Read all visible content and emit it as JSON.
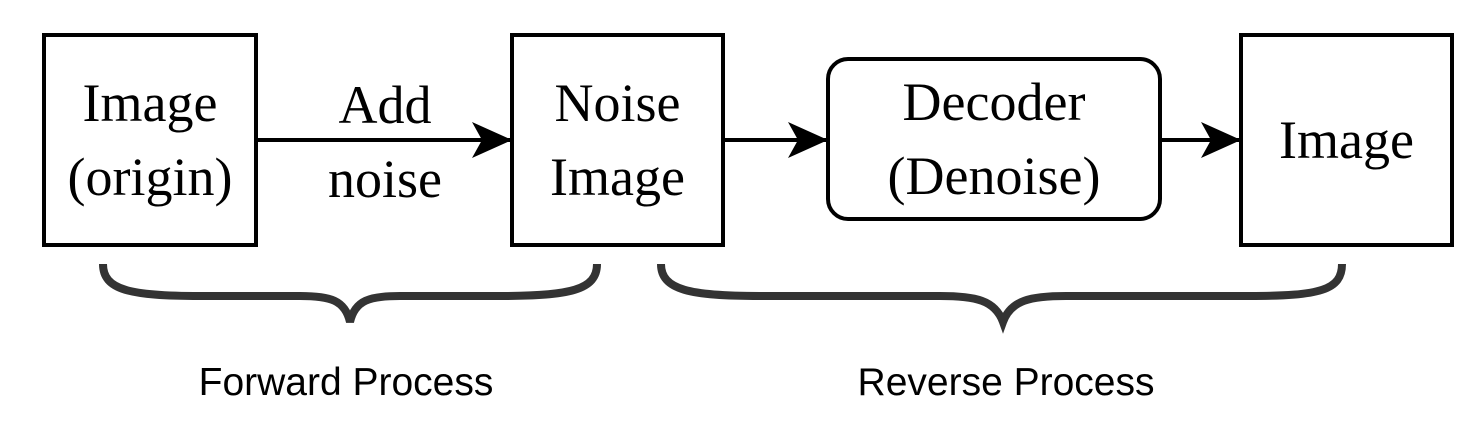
{
  "diagram": {
    "nodes": [
      {
        "id": "image-origin",
        "lines": [
          "Image",
          "(origin)"
        ],
        "shape": "rectangle"
      },
      {
        "id": "noise-image",
        "lines": [
          "Noise",
          "Image"
        ],
        "shape": "rectangle"
      },
      {
        "id": "decoder",
        "lines": [
          "Decoder",
          "(Denoise)"
        ],
        "shape": "rounded-rectangle"
      },
      {
        "id": "image-output",
        "lines": [
          "Image"
        ],
        "shape": "rectangle"
      }
    ],
    "edges": [
      {
        "from": "image-origin",
        "to": "noise-image",
        "label_lines": [
          "Add",
          "noise"
        ]
      },
      {
        "from": "noise-image",
        "to": "decoder",
        "label_lines": []
      },
      {
        "from": "decoder",
        "to": "image-output",
        "label_lines": []
      }
    ],
    "groups": [
      {
        "id": "forward",
        "label": "Forward Process",
        "spans": [
          "image-origin",
          "noise-image"
        ]
      },
      {
        "id": "reverse",
        "label": "Reverse Process",
        "spans": [
          "noise-image",
          "image-output"
        ]
      }
    ],
    "colors": {
      "stroke": "#000000",
      "brace": "#333333",
      "background": "#ffffff"
    }
  }
}
